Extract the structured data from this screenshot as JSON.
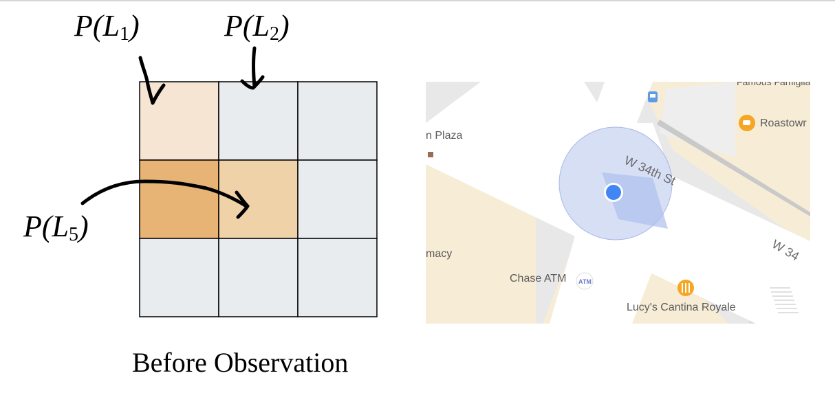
{
  "diagram": {
    "labels": {
      "l1": {
        "prefix": "P(L",
        "sub": "1",
        "suffix": ")"
      },
      "l2": {
        "prefix": "P(L",
        "sub": "2",
        "suffix": ")"
      },
      "l5": {
        "prefix": "P(L",
        "sub": "5",
        "suffix": ")"
      }
    },
    "caption": "Before Observation",
    "grid": {
      "rows": 3,
      "cols": 3,
      "cell_colors": [
        [
          "#f6e5d2",
          "#e9ecef",
          "#e9ecef"
        ],
        [
          "#e8b475",
          "#f0d2a8",
          "#e9ecef"
        ],
        [
          "#e9ecef",
          "#e9ecef",
          "#e9ecef"
        ]
      ]
    }
  },
  "map": {
    "places": {
      "pizza": "Famous Famiglia Pizza",
      "roastown": "Roastowr",
      "plaza": "n Plaza",
      "macy": "macy",
      "chase_atm": "Chase ATM",
      "lucys": "Lucy's Cantina Royale"
    },
    "streets": {
      "main": "W 34th St",
      "edge": "W 34"
    },
    "atm_badge": "ATM",
    "icons": [
      "bus-icon",
      "coffee-icon",
      "restaurant-icon",
      "store-icon",
      "atm-icon",
      "location-dot-icon"
    ],
    "colors": {
      "location_dot": "#4285f4",
      "accuracy_circle": "#c9d4f2",
      "building": "#f7ecd6",
      "road": "#ffffff",
      "background": "#e8e8e8"
    }
  }
}
